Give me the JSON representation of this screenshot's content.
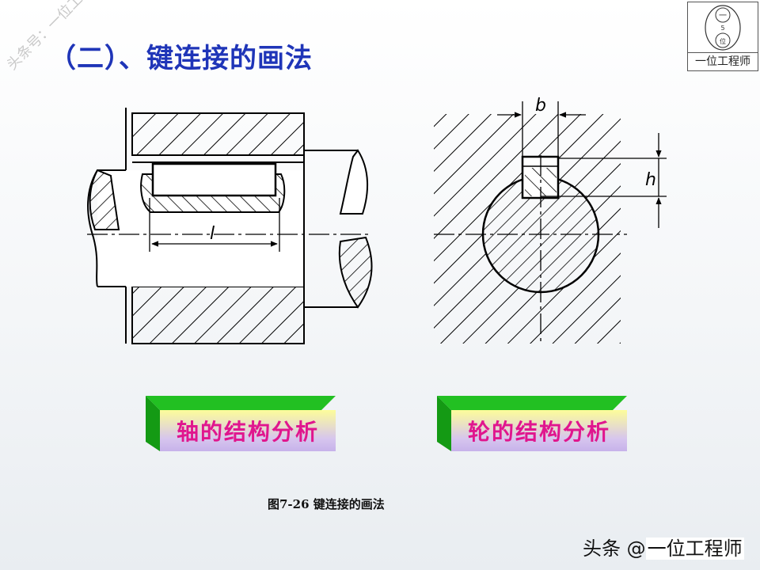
{
  "slide": {
    "title": "（二）、键连接的画法",
    "figure_caption": "图7-26   键连接的画法"
  },
  "watermark": {
    "text": "头条号：一位工程师"
  },
  "logo": {
    "caption": "一位工程师",
    "chars": [
      "一",
      "5",
      "位"
    ]
  },
  "drawing": {
    "length_label": "l",
    "width_label": "b",
    "height_label": "h"
  },
  "buttons": {
    "shaft": "轴的结构分析",
    "hub": "轮的结构分析"
  },
  "footer": {
    "prefix": "头条 @",
    "name": "一位工程师"
  },
  "colors": {
    "title": "#1f35b8",
    "button_text": "#e0168e",
    "button_bevel": "#22b522"
  }
}
